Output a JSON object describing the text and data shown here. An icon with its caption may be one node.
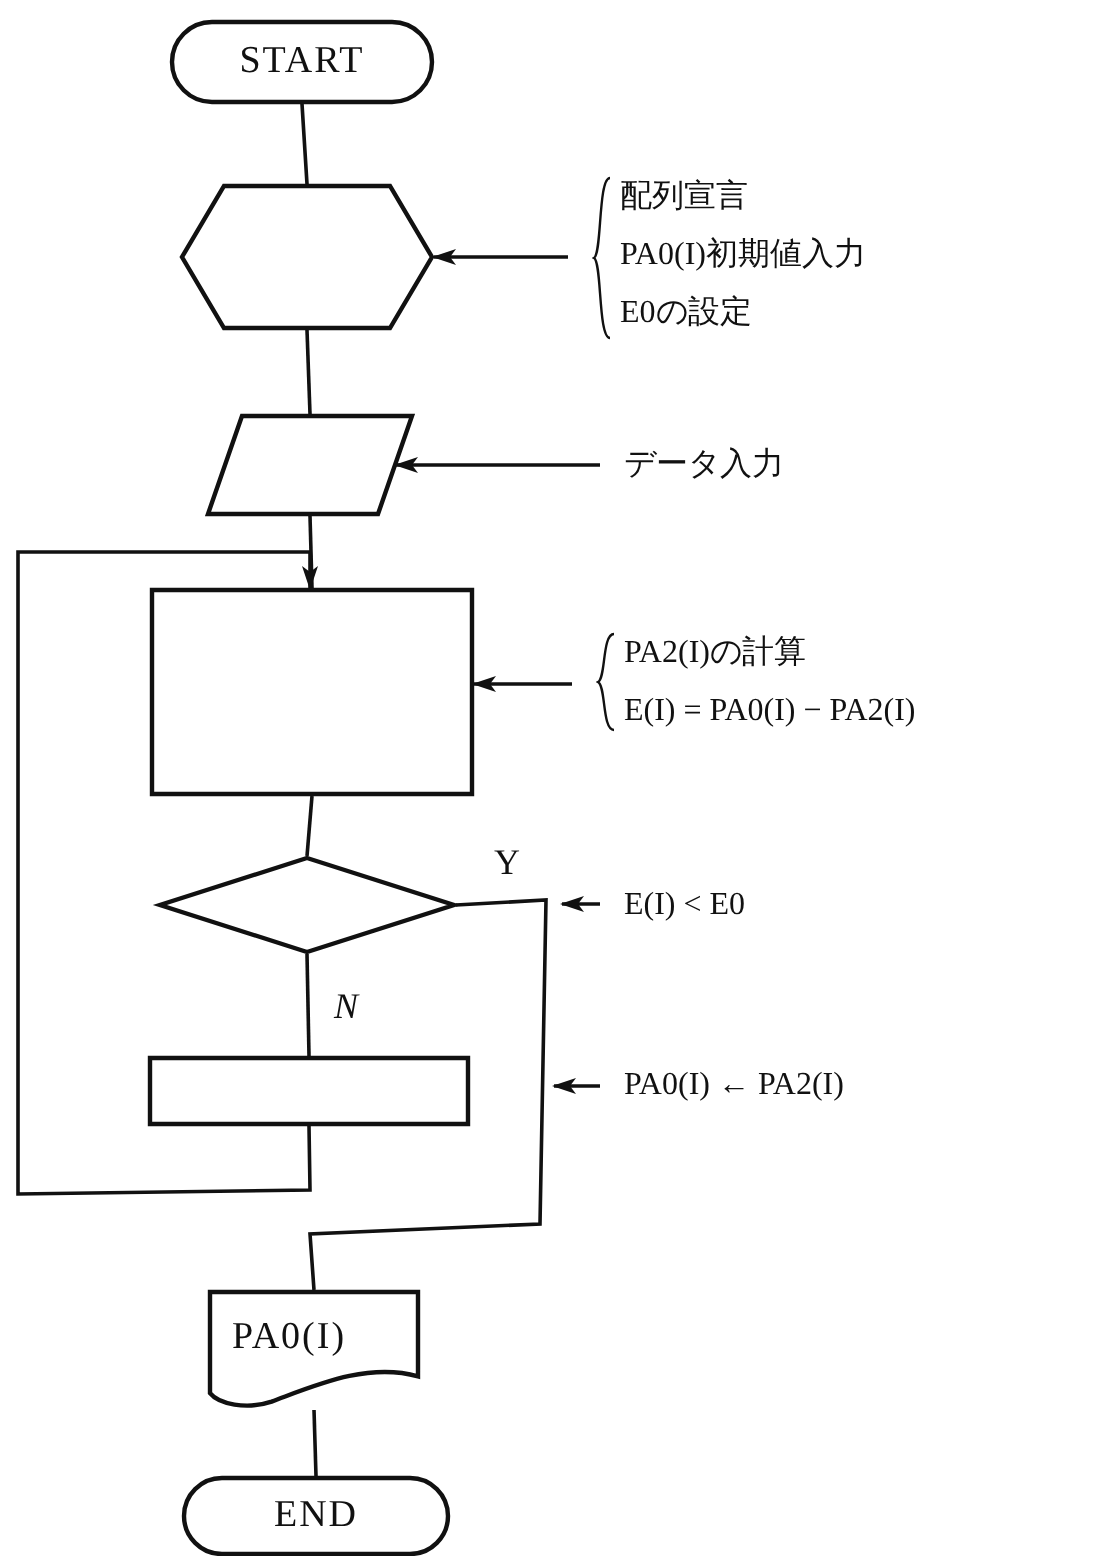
{
  "diagram": {
    "nodes": [
      {
        "text": [
          "START"
        ]
      },
      {
        "text": [],
        "shape": "hexagon"
      },
      {
        "text": [],
        "shape": "parallelogram"
      },
      {
        "text": [],
        "shape": "box"
      },
      {
        "text": [],
        "shape": "diamond"
      },
      {
        "text": [],
        "shape": "box"
      },
      {
        "text": [
          "PA0(I)"
        ]
      },
      {
        "text": [
          "END"
        ]
      },
      {
        "text": [
          "配列宣言",
          "PA0(I)初期値入力",
          "E0の設定"
        ]
      },
      {
        "text": [
          "データ入力"
        ]
      },
      {
        "text": [
          "PA2(I)の計算",
          "E(I) = PA0(I) − PA2(I)"
        ]
      },
      {
        "text": [
          "E(I) < E0"
        ]
      },
      {
        "text": [
          "PA0(I) ← PA2(I)"
        ]
      }
    ],
    "edges": [
      {
        "from": 0,
        "to": 1,
        "arrow": "none"
      },
      {
        "from": 1,
        "to": 2,
        "arrow": "none"
      },
      {
        "from": 2,
        "to": 3,
        "arrow": "none"
      },
      {
        "from": 3,
        "to": 4,
        "arrow": "none"
      },
      {
        "from": 4,
        "to": 5,
        "arrow": "none",
        "label": "N"
      },
      {
        "from": 5,
        "to": 3,
        "arrow": "to"
      },
      {
        "from": 4,
        "to": 6,
        "arrow": "none",
        "label": "Y"
      },
      {
        "from": 6,
        "to": 7,
        "arrow": "none"
      },
      {
        "from": 8,
        "to": 1,
        "arrow": "to"
      },
      {
        "from": 9,
        "to": 2,
        "arrow": "to"
      },
      {
        "from": 10,
        "to": 3,
        "arrow": "to"
      },
      {
        "from": 11,
        "to": null,
        "arrow": "to"
      },
      {
        "from": 12,
        "to": null,
        "arrow": "to"
      }
    ]
  }
}
